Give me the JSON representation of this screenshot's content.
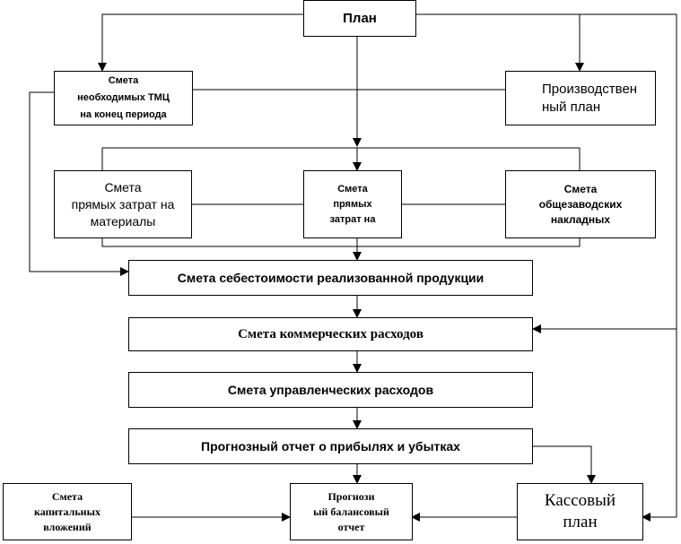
{
  "nodes": {
    "plan": "План",
    "tmc": "Смета\nнеобходимых ТМЦ\nна конец периода",
    "production": "Производствен\nный план",
    "materials": "Смета\nпрямых затрат на\nматериалы",
    "labor": "Смета\nпрямых\nзатрат на",
    "overhead": "Смета\nобщезаводских\nнакладных",
    "cost": "Смета себестоимости реализованной продукции",
    "commercial": "Смета коммерческих расходов",
    "management": "Смета управленческих расходов",
    "forecast": "Прогнозный отчет о прибылях и убытках",
    "capital": "Смета\nкапитальных\nвложений",
    "balance": "Прогнози\nый балансовый\nотчет",
    "cash": "Кассовый\nплан"
  },
  "colors": {
    "line": "#000000",
    "box_border": "#000000",
    "background": "#ffffff"
  }
}
